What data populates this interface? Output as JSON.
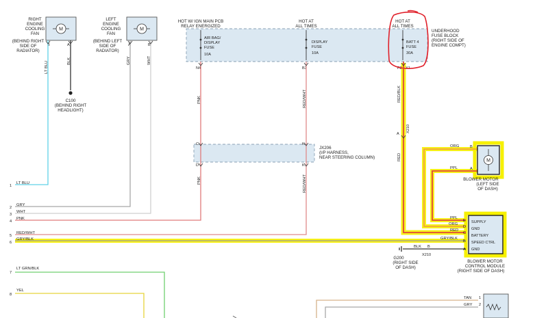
{
  "colors": {
    "wire_lt_blu": "#5fd2e8",
    "wire_pnk": "#e07a7a",
    "wire_red": "#e0473a",
    "wire_gry": "#a8a8a8",
    "wire_wht": "#cfcfcf",
    "wire_blk": "#333333",
    "wire_lt_grn_blk": "#6fcf6f",
    "wire_yel": "#e6d43a",
    "wire_tan": "#d6b28a",
    "highlight_yellow": "#f6f000",
    "highlight_orange": "#f2a43a",
    "annotation_red": "#e0202a",
    "box_fill": "#dbe8f2",
    "box_border": "#8aa0b4"
  },
  "components": {
    "right_fan": [
      "RIGHT",
      "ENGINE",
      "COOLING",
      "FAN",
      "(BEHIND RIGHT",
      "SIDE OF",
      "RADIATOR)"
    ],
    "left_fan": [
      "LEFT",
      "ENGINE",
      "COOLING",
      "FAN",
      "(BEHIND LEFT",
      "SIDE OF",
      "RADIATOR)"
    ],
    "relay_label": [
      "HOT W/ IGN MAIN PCB",
      "RELAY ENERGIZED"
    ],
    "hot_at_all_times_1": [
      "HOT AT",
      "ALL TIMES"
    ],
    "hot_at_all_times_2": [
      "HOT AT",
      "ALL TIMES"
    ],
    "fuse_airbag": [
      "AIR BAG/",
      "DISPLAY",
      "FUSE",
      "10A"
    ],
    "fuse_display": [
      "DISPLAY",
      "FUSE",
      "10A"
    ],
    "fuse_batt4": [
      "BATT 4",
      "FUSE",
      "30A"
    ],
    "fuse_block": [
      "UNDERHOOD",
      "FUSE BLOCK",
      "(RIGHT SIDE OF",
      "ENGINE COMPT)"
    ],
    "ground_c100": [
      "C100",
      "(BEHIND RIGHT",
      "HEADLIGHT)"
    ],
    "jx206": [
      "JX206",
      "(I/P HARNESS,",
      "NEAR STEERING COLUMN)"
    ],
    "blower_motor": [
      "BLOWER MOTOR",
      "(LEFT SIDE",
      "OF DASH)"
    ],
    "ground_g200": [
      "G200",
      "(RIGHT SIDE",
      "OF DASH)"
    ],
    "control_module": [
      "BLOWER MOTOR",
      "CONTROL MODULE",
      "(RIGHT SIDE OF DASH)"
    ],
    "module_pins": [
      "SUPPLY",
      "GND",
      "BATTERY",
      "SPEED CTRL",
      "GND"
    ],
    "motor_symbol": "M"
  },
  "pins": {
    "right_fan": [
      "B",
      "A"
    ],
    "left_fan": [
      "A",
      "B"
    ],
    "fuse_block": [
      "N4",
      "B3",
      "F3",
      "X1"
    ],
    "jx206_top": [
      "C",
      "K"
    ],
    "jx206_bottom": [
      "D",
      "K"
    ],
    "x210": [
      "A",
      "X210"
    ],
    "blower": [
      "B",
      "A"
    ],
    "module": [
      "E",
      "D",
      "C",
      "B",
      "A"
    ],
    "ground_split": [
      "B",
      "X210"
    ],
    "left_numbers": [
      "1",
      "2",
      "3",
      "4",
      "5",
      "6",
      "7",
      "8"
    ],
    "bottom_right": [
      "1",
      "2"
    ]
  },
  "wires": {
    "lt_blu_v": "LT BLU",
    "blk_v": "BLK",
    "gry_v": "GRY",
    "wht_v": "WHT",
    "pnk_v1": "PNK",
    "pnk_v2": "PNK",
    "red_wht_v1": "RED/WHT",
    "red_wht_v2": "RED/WHT",
    "red_blk_v": "RED/BLK",
    "red_v": "RED",
    "row_lt_blu": "LT BLU",
    "row_gry": "GRY",
    "row_wht": "WHT",
    "row_pnk": "PNK",
    "row_red_wht": "RED/WHT",
    "row_gry_blk": "GRY/BLK",
    "row_lt_grn_blk": "LT GRN/BLK",
    "row_yel": "YEL",
    "org_blower": "ORG",
    "ppl_blower": "PPL",
    "ppl_mod": "PPL",
    "org_mod": "ORG",
    "red_mod": "RED",
    "gry_blk_mod": "GRY/BLK",
    "blk_mod": "BLK",
    "tan_br": "TAN",
    "gry_br": "GRY"
  }
}
